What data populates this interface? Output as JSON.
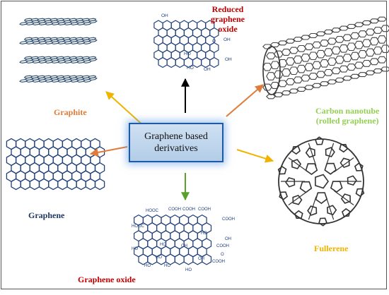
{
  "center": {
    "line1": "Graphene based",
    "line2": "derivatives",
    "border_color": "#1f5aa6",
    "fill_color": "#c3d7ee"
  },
  "nodes": {
    "graphite": {
      "label": "Graphite",
      "color": "#e07b39"
    },
    "rgo": {
      "line1": "Reduced",
      "line2": "graphene",
      "line3": "oxide",
      "color": "#c00000"
    },
    "nanotube": {
      "line1": "Carbon nanotube",
      "line2": "(rolled graphene)",
      "color": "#92d050"
    },
    "graphene": {
      "label": "Graphene",
      "color": "#1f3864"
    },
    "fullerene": {
      "label": "Fullerene",
      "color": "#f0b400"
    },
    "go": {
      "label": "Graphene oxide",
      "color": "#c00000"
    }
  },
  "structure_labels": {
    "rgo": [
      "OH",
      "OH",
      "HO",
      "HO",
      "OH",
      "O",
      "OH"
    ],
    "go": [
      "HOOC",
      "COOH",
      "COOH",
      "COOH",
      "HOOC",
      "HO",
      "OH",
      "HO",
      "OH",
      "HO",
      "COOH",
      "COOH",
      "HO",
      "HO",
      "HO",
      "COOH",
      "OH",
      "HO",
      "O"
    ]
  },
  "arrows": {
    "to_graphite": "#f0b400",
    "to_rgo": "#000000",
    "to_nanotube": "#e07b39",
    "to_graphene": "#e07b39",
    "to_fullerene": "#f0b400",
    "to_go": "#5aa02c"
  }
}
